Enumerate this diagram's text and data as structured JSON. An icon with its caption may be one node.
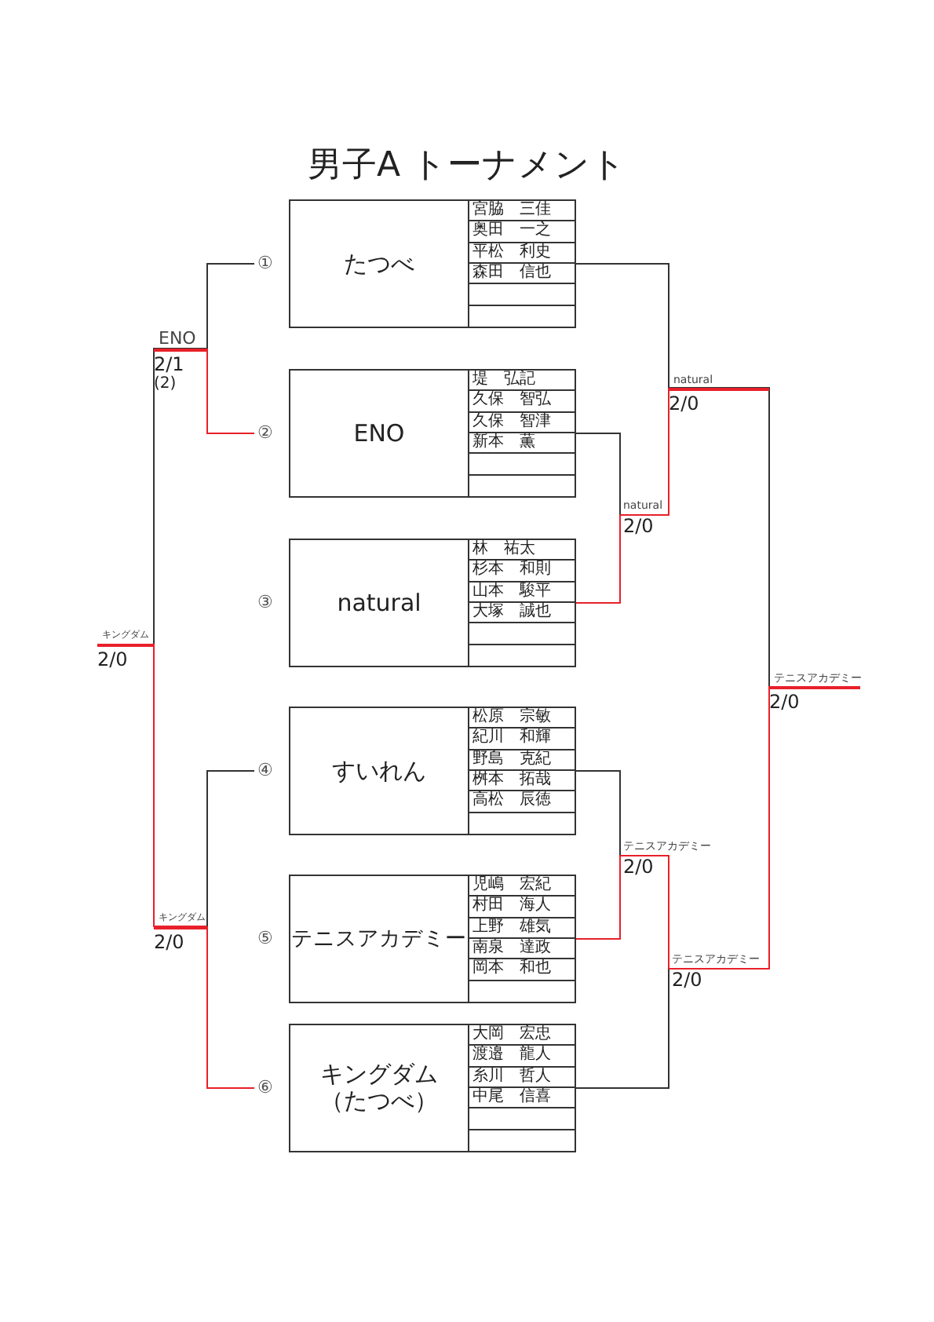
{
  "diagram": {
    "title": "男子A トーナメント",
    "nodes": [
      {
        "text": [
          "たつべ",
          "宮脇　三佳",
          "奥田　一之",
          "平松　利史",
          "森田　信也"
        ],
        "beside": [
          "①"
        ]
      },
      {
        "text": [
          "ENO",
          "堤　弘記",
          "久保　智弘",
          "久保　智津",
          "新本　薫"
        ],
        "beside": [
          "②"
        ]
      },
      {
        "text": [
          "natural",
          "林　祐太",
          "杉本　和則",
          "山本　駿平",
          "大塚　誠也"
        ],
        "beside": [
          "③"
        ]
      },
      {
        "text": [
          "すいれん",
          "松原　宗敏",
          "紀川　和輝",
          "野島　克紀",
          "桝本　拓哉",
          "高松　辰徳"
        ],
        "beside": [
          "④"
        ]
      },
      {
        "text": [
          "テニスアカデミー",
          "児嶋　宏紀",
          "村田　海人",
          "上野　雄気",
          "南泉　達政",
          "岡本　和也"
        ],
        "beside": [
          "⑤"
        ]
      },
      {
        "text": [
          "キングダム（たつべ）",
          "大岡　宏忠",
          "渡邉　龍人",
          "糸川　哲人",
          "中尾　信喜"
        ],
        "beside": [
          "⑥"
        ]
      },
      {
        "text": [
          "ENO",
          "2/1",
          "(2)"
        ]
      },
      {
        "text": [
          "キングダム",
          "2/0"
        ]
      },
      {
        "text": [
          "キングダム",
          "2/0"
        ]
      },
      {
        "text": [
          "natural",
          "2/0"
        ]
      },
      {
        "text": [
          "natural",
          "2/0"
        ]
      },
      {
        "text": [
          "テニスアカデミー",
          "2/0"
        ]
      },
      {
        "text": [
          "テニスアカデミー",
          "2/0"
        ]
      },
      {
        "text": [
          "テニスアカデミー",
          "2/0"
        ]
      }
    ],
    "edges": [
      {
        "from": 0,
        "to": 6,
        "arrow": "none"
      },
      {
        "from": 1,
        "to": 6,
        "arrow": "none",
        "color": "#e8202a"
      },
      {
        "from": 6,
        "to": 8,
        "arrow": "none"
      },
      {
        "from": 7,
        "to": 8,
        "arrow": "none",
        "color": "#e8202a"
      },
      {
        "from": 3,
        "to": 7,
        "arrow": "none"
      },
      {
        "from": 5,
        "to": 7,
        "arrow": "none",
        "color": "#e8202a"
      },
      {
        "from": 1,
        "to": 9,
        "arrow": "none"
      },
      {
        "from": 2,
        "to": 9,
        "arrow": "none",
        "color": "#e8202a"
      },
      {
        "from": 0,
        "to": 10,
        "arrow": "none"
      },
      {
        "from": 9,
        "to": 10,
        "arrow": "none",
        "color": "#e8202a"
      },
      {
        "from": 3,
        "to": 11,
        "arrow": "none"
      },
      {
        "from": 4,
        "to": 11,
        "arrow": "none",
        "color": "#e8202a"
      },
      {
        "from": 11,
        "to": 12,
        "arrow": "none",
        "color": "#e8202a"
      },
      {
        "from": 5,
        "to": 12,
        "arrow": "none"
      },
      {
        "from": 10,
        "to": 13,
        "arrow": "none"
      },
      {
        "from": 12,
        "to": 13,
        "arrow": "none",
        "color": "#e8202a"
      }
    ]
  }
}
